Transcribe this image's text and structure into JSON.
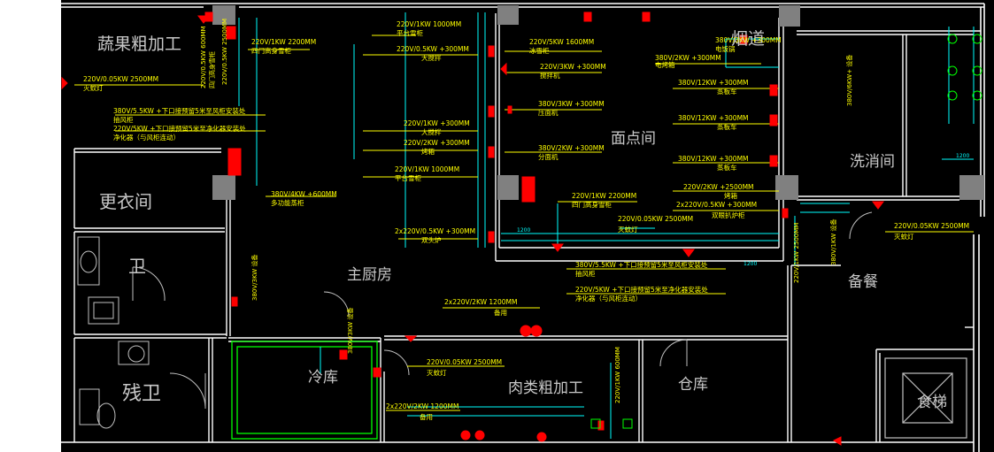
{
  "rooms": {
    "veg_prep": "蔬果粗加工",
    "corridor": "烟道",
    "pastry": "面点间",
    "washing": "洗消间",
    "changing": "更衣间",
    "toilet": "卫",
    "main_kitchen": "主厨房",
    "serving": "备餐",
    "accessible_wc": "残卫",
    "cold_store": "冷库",
    "meat_prep": "肉类粗加工",
    "storage": "仓库",
    "food_lift": "食梯"
  },
  "labels": {
    "veg_lamp": "220V/0.05KW 2500MM",
    "veg_lamp_name": "灭蚊灯",
    "exhaust_fan": "380V/5.5KW +下口接预留5米至风柜安装处",
    "exhaust_fan_name": "抽风柜",
    "purifier": "220V/5KW +下口接预留5米至净化器安装处",
    "purifier_name": "净化器（与风柜连动）",
    "veg_vert_1": "220V/0.5KW 600MM",
    "veg_vert_1b": "四门高身雪柜",
    "veg_vert_2": "220V/0.5KW 2500MM",
    "fridge_top": "220V/1KW 2200MM",
    "fridge_top_name": "四门高身雪柜",
    "bench_1": "220V/1KW 1000MM",
    "bench_1_name": "平台雪柜",
    "mixer_1": "220V/0.5KW +300MM",
    "mixer_1_name": "大搅拌",
    "mixer_2": "220V/1KW +300MM",
    "mixer_2_name": "大搅拌",
    "proofer": "220V/2KW +300MM",
    "proofer_name": "烤箱",
    "bench_2": "220V/1KW 1000MM",
    "bench_2_name": "平台雪柜",
    "multi_steamer": "380V/4KW +600MM",
    "multi_steamer_name": "多功能蒸柜",
    "double_stove": "2x220V/0.5KW +300MM",
    "double_stove_name": "双头炉",
    "fridge_mid": "220V/5KW 1600MM",
    "fridge_mid_name": "冰雪柜",
    "stirrer": "220V/3KW +300MM",
    "stirrer_name": "搅拌机",
    "dough_press": "380V/3KW +300MM",
    "dough_press_name": "压面机",
    "divider": "380V/2KW +300MM",
    "divider_name": "分面机",
    "rice_cooker": "380V/3KW +300MM",
    "rice_cooker_name": "电饭锅",
    "elec_cab": "380V/2KW +300MM",
    "elec_cab_name": "电烤箱",
    "steamer_1": "380V/12KW +300MM",
    "steamer_1_name": "蒸板车",
    "steamer_2": "380V/12KW +300MM",
    "steamer_2_name": "蒸板车",
    "steamer_3": "380V/12KW +300MM",
    "steamer_3_name": "蒸板车",
    "fridge_4door": "220V/1KW 2200MM",
    "fridge_4door_name": "四门高身雪柜",
    "pastry_lamp": "220V/0.05KW 2500MM",
    "pastry_lamp_name": "灭蚊灯",
    "oven_2": "220V/2KW +2500MM",
    "oven_2_name": "烤箱",
    "double_fryer": "2x220V/0.5KW +300MM",
    "double_fryer_name": "双眼扒炉柜",
    "wash_vert": "380V/6KW+ 设备",
    "wash_lamp": "220V/0.05KW 2500MM",
    "wash_lamp_name": "灭蚊灯",
    "exhaust_2": "380V/5.5KW +下口接预留5米至风柜安装处",
    "exhaust_2_name": "抽风柜",
    "purifier_2": "220V/5KW +下口接预留5米至净化器安装处",
    "purifier_2_name": "净化器（与风柜连动）",
    "spare": "2x220V/2KW 1200MM",
    "spare_name": "备用",
    "cold_lamp": "220V/0.05KW 2500MM",
    "cold_lamp_name": "灭蚊灯",
    "spare_2": "2x220V/2KW 1200MM",
    "spare_2_name": "备用",
    "meat_vert": "220V/1KW 600MM",
    "main_vert": "380V/3KW 设备",
    "serving_vert_1": "220V/1KW 2500MM",
    "serving_vert_2": "380V/1KW 设备",
    "cold_vert": "380V/3KW 设备",
    "dim_1": "1200",
    "dim_2": "1200",
    "dim_3": "1200"
  },
  "colors": {
    "background": "#000000",
    "wall": "#ffffff",
    "column": "#808080",
    "dimension": "#00ffff",
    "annotation": "#ffff00",
    "device": "#ff0000",
    "cold_room": "#00ff00",
    "furniture": "#00ff00",
    "room_text": "#c8c8c8"
  }
}
